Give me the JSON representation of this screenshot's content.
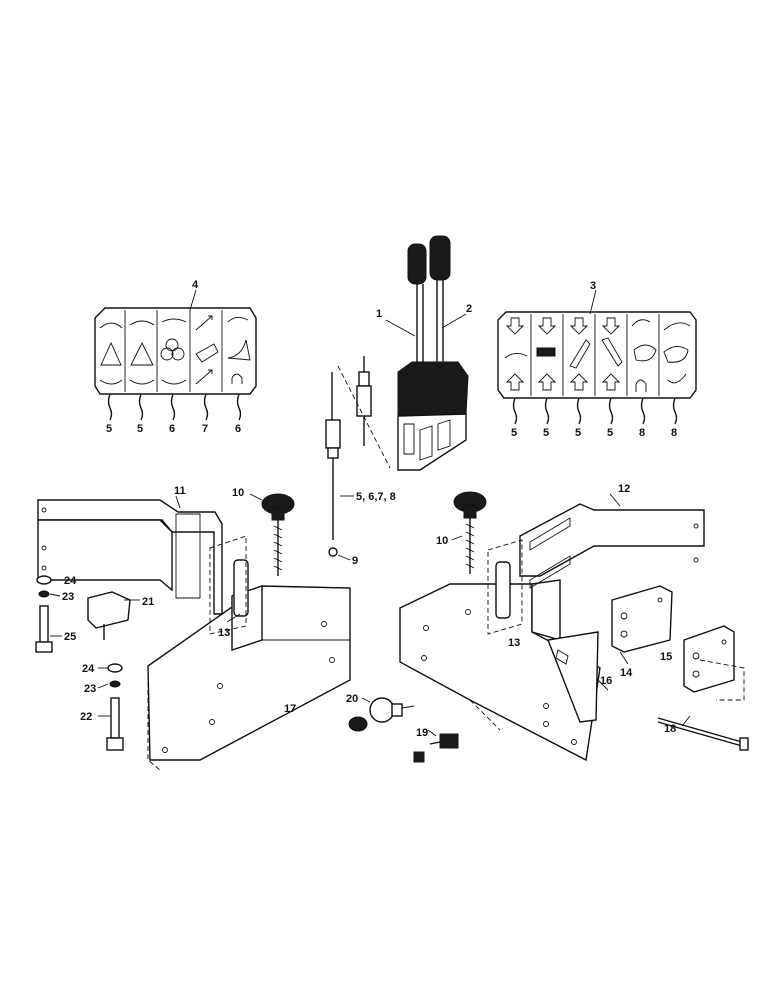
{
  "labels": {
    "l1": "1",
    "l2": "2",
    "l3": "3",
    "l4": "4",
    "l5a": "5",
    "l5b": "5",
    "l6a": "6",
    "l7": "7",
    "l6b": "6",
    "r5a": "5",
    "r5b": "5",
    "r5c": "5",
    "r5d": "5",
    "r8a": "8",
    "r8b": "8",
    "cable": "5, 6,7, 8",
    "l9": "9",
    "l10a": "10",
    "l10b": "10",
    "l11": "11",
    "l12": "12",
    "l13a": "13",
    "l13b": "13",
    "l14": "14",
    "l15": "15",
    "l16": "16",
    "l17": "17",
    "l18": "18",
    "l19": "19",
    "l20": "20",
    "l21": "21",
    "l22": "22",
    "l23a": "23",
    "l23b": "23",
    "l24a": "24",
    "l24b": "24",
    "l25": "25"
  },
  "icons": {
    "left_panel": [
      "excavator-arm-icon",
      "excavator-arm-icon",
      "rotation-icon",
      "bucket-tilt-icon",
      "blade-icon"
    ],
    "right_panel": [
      "boom-up-down-icon",
      "boom-up-down-icon",
      "dipper-icon",
      "dipper-icon",
      "bucket-icon",
      "bucket-icon"
    ]
  },
  "colors": {
    "ink": "#111111",
    "paper": "#ffffff"
  }
}
